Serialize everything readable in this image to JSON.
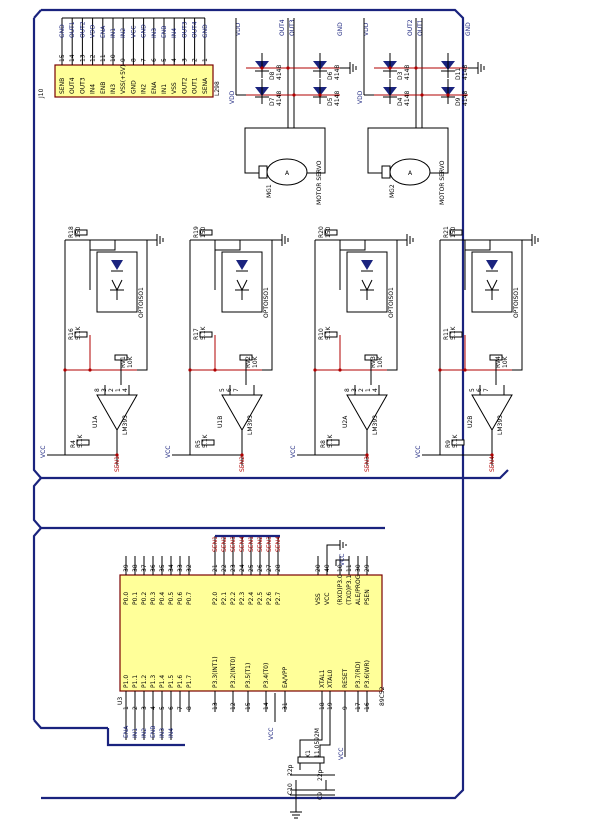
{
  "top_connector": {
    "ref": "J10",
    "part": "L298",
    "pins": [
      {
        "num": "15",
        "name": "SENB"
      },
      {
        "num": "14",
        "name": "OUT4"
      },
      {
        "num": "13",
        "name": "OUT3"
      },
      {
        "num": "12",
        "name": "IN4"
      },
      {
        "num": "11",
        "name": "ENB"
      },
      {
        "num": "10",
        "name": "IN3"
      },
      {
        "num": "9",
        "name": "VSS(+5V)"
      },
      {
        "num": "8",
        "name": "GND"
      },
      {
        "num": "7",
        "name": "IN2"
      },
      {
        "num": "6",
        "name": "ENA"
      },
      {
        "num": "5",
        "name": "IN1"
      },
      {
        "num": "4",
        "name": "VSS"
      },
      {
        "num": "3",
        "name": "OUT2"
      },
      {
        "num": "2",
        "name": "OUT1"
      },
      {
        "num": "1",
        "name": "SENA"
      }
    ],
    "nets": [
      "GND",
      "OUT1",
      "OUT2",
      "VDD",
      "ENA",
      "IN1",
      "IN2",
      "VCC",
      "GND",
      "IN3",
      "ENB",
      "IN4",
      "OUT3",
      "OUT4",
      "GND"
    ]
  },
  "diode_bridges": [
    {
      "nets": [
        "VDD",
        "OUT4",
        "OUT3",
        "GND"
      ],
      "diodes": [
        {
          "ref": "D8",
          "part": "4148"
        },
        {
          "ref": "D6",
          "part": "4148"
        },
        {
          "ref": "D7",
          "part": "4148"
        },
        {
          "ref": "D5",
          "part": "4148"
        }
      ],
      "side_label": "VDD"
    },
    {
      "nets": [
        "VDD",
        "OUT2",
        "OUT1",
        "GND"
      ],
      "diodes": [
        {
          "ref": "D3",
          "part": "4148"
        },
        {
          "ref": "D11",
          "part": "4148"
        },
        {
          "ref": "D4",
          "part": "4148"
        },
        {
          "ref": "D9",
          "part": "4148"
        }
      ],
      "side_label": "VDD"
    }
  ],
  "motors": [
    {
      "ref": "MG1",
      "label": "MOTOR SERVO"
    },
    {
      "ref": "MG2",
      "label": "MOTOR SERVO"
    }
  ],
  "sensors": [
    {
      "r_top": "R18",
      "r_top_val": "150",
      "opto": "OPTOISO1",
      "r_mid": "R16",
      "r_mid_val": "5.1K",
      "pot": "RV1",
      "pot_val": "10K",
      "r_bot": "R4",
      "r_bot_val": "5.1K",
      "comp": "U1A",
      "comp_part": "LM393",
      "net": "SEN1",
      "vcc": "VCC",
      "pins": [
        "8",
        "3",
        "2",
        "1",
        "4"
      ]
    },
    {
      "r_top": "R19",
      "r_top_val": "150",
      "opto": "OPTOISO1",
      "r_mid": "R17",
      "r_mid_val": "5.1K",
      "pot": "RV2",
      "pot_val": "10K",
      "r_bot": "R5",
      "r_bot_val": "5.1K",
      "comp": "U1B",
      "comp_part": "LM393",
      "net": "SEN2",
      "vcc": "VCC",
      "pins": [
        "5",
        "6",
        "7"
      ]
    },
    {
      "r_top": "R20",
      "r_top_val": "150",
      "opto": "OPTOISO1",
      "r_mid": "R10",
      "r_mid_val": "5.1K",
      "pot": "RV3",
      "pot_val": "10K",
      "r_bot": "R8",
      "r_bot_val": "5.1K",
      "comp": "U2A",
      "comp_part": "LM393",
      "net": "SEN3",
      "vcc": "VCC",
      "pins": [
        "8",
        "3",
        "2",
        "1",
        "4"
      ]
    },
    {
      "r_top": "R21",
      "r_top_val": "150",
      "opto": "OPTOISO1",
      "r_mid": "R11",
      "r_mid_val": "5.1K",
      "pot": "RV4",
      "pot_val": "10K",
      "r_bot": "R9",
      "r_bot_val": "5.1K",
      "comp": "U2B",
      "comp_part": "LM393",
      "net": "SEN4",
      "vcc": "VCC",
      "pins": [
        "5",
        "6",
        "7"
      ]
    }
  ],
  "mcu": {
    "ref": "U3",
    "part": "89C52",
    "top_pins": [
      {
        "num": "39",
        "name": "P0.0"
      },
      {
        "num": "38",
        "name": "P0.1"
      },
      {
        "num": "37",
        "name": "P0.2"
      },
      {
        "num": "36",
        "name": "P0.3"
      },
      {
        "num": "35",
        "name": "P0.4"
      },
      {
        "num": "34",
        "name": "P0.5"
      },
      {
        "num": "33",
        "name": "P0.6"
      },
      {
        "num": "32",
        "name": "P0.7"
      },
      {
        "num": "21",
        "name": "P2.0"
      },
      {
        "num": "22",
        "name": "P2.1"
      },
      {
        "num": "23",
        "name": "P2.2"
      },
      {
        "num": "24",
        "name": "P2.3"
      },
      {
        "num": "25",
        "name": "P2.4"
      },
      {
        "num": "26",
        "name": "P2.5"
      },
      {
        "num": "27",
        "name": "P2.6"
      },
      {
        "num": "28",
        "name": "P2.7"
      },
      {
        "num": "20",
        "name": "VSS"
      },
      {
        "num": "40",
        "name": "VCC"
      },
      {
        "num": "10",
        "name": "(RXD)P3.0"
      },
      {
        "num": "11",
        "name": "(TXD)P3.1"
      },
      {
        "num": "30",
        "name": "ALE/PROG"
      },
      {
        "num": "29",
        "name": "PSEN"
      }
    ],
    "bottom_pins": [
      {
        "num": "1",
        "name": "P1.0"
      },
      {
        "num": "2",
        "name": "P1.1"
      },
      {
        "num": "3",
        "name": "P1.2"
      },
      {
        "num": "4",
        "name": "P1.3"
      },
      {
        "num": "5",
        "name": "P1.4"
      },
      {
        "num": "6",
        "name": "P1.5"
      },
      {
        "num": "7",
        "name": "P1.6"
      },
      {
        "num": "8",
        "name": "P1.7"
      },
      {
        "num": "13",
        "name": "P3.3(INT1)"
      },
      {
        "num": "12",
        "name": "P3.2(INT0)"
      },
      {
        "num": "15",
        "name": "P3.5(T1)"
      },
      {
        "num": "14",
        "name": "P3.4(T0)"
      },
      {
        "num": "31",
        "name": "EA/VPP"
      },
      {
        "num": "18",
        "name": "XTAL1"
      },
      {
        "num": "19",
        "name": "XTAL0"
      },
      {
        "num": "9",
        "name": "RESET"
      },
      {
        "num": "17",
        "name": "P3.7(RD)"
      },
      {
        "num": "16",
        "name": "P3.6(WR)"
      }
    ],
    "sensor_nets": [
      "SEN1",
      "SEN2",
      "SEN3",
      "SEN4",
      "SEN1",
      "SEN2",
      "SEN3",
      "SEN4"
    ],
    "driver_nets": [
      "ENA",
      "IN1",
      "IN2",
      "ENB",
      "IN3",
      "IN4"
    ],
    "vcc_net": "VCC",
    "vcc_top": "VCC"
  },
  "crystal": {
    "ref": "X1",
    "freq": "11.0592M",
    "caps": [
      {
        "ref": "C10",
        "val": "22p"
      },
      {
        "ref": "C9",
        "val": "22p"
      }
    ],
    "vcc": "VCC"
  }
}
